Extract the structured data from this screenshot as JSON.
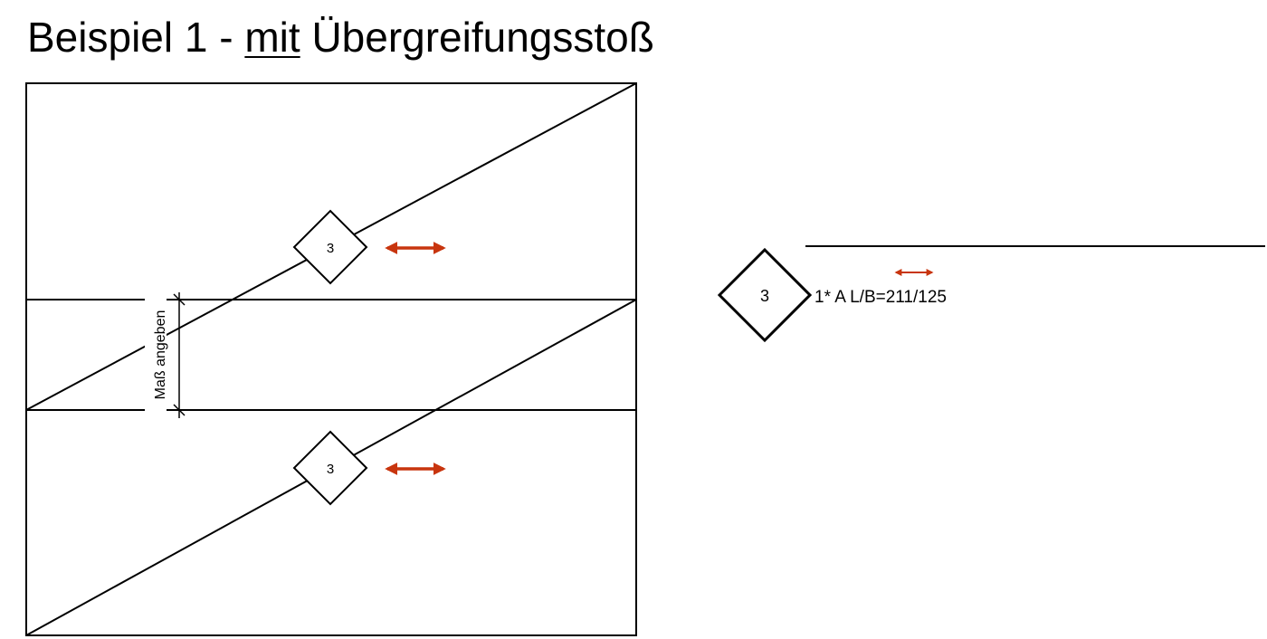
{
  "title": {
    "prefix": "Beispiel 1 - ",
    "underlined": "mit",
    "suffix": " Übergreifungsstoß"
  },
  "dimension": {
    "label": "Maß angeben"
  },
  "markers": [
    {
      "number": "3"
    },
    {
      "number": "3"
    }
  ],
  "legend": {
    "number": "3",
    "text": "1* A L/B=211/125"
  },
  "colors": {
    "line": "#000000",
    "arrow": "#c8350e"
  },
  "icons": {
    "arrow": "double-headed-arrow-icon",
    "marker": "diamond-position-marker"
  }
}
